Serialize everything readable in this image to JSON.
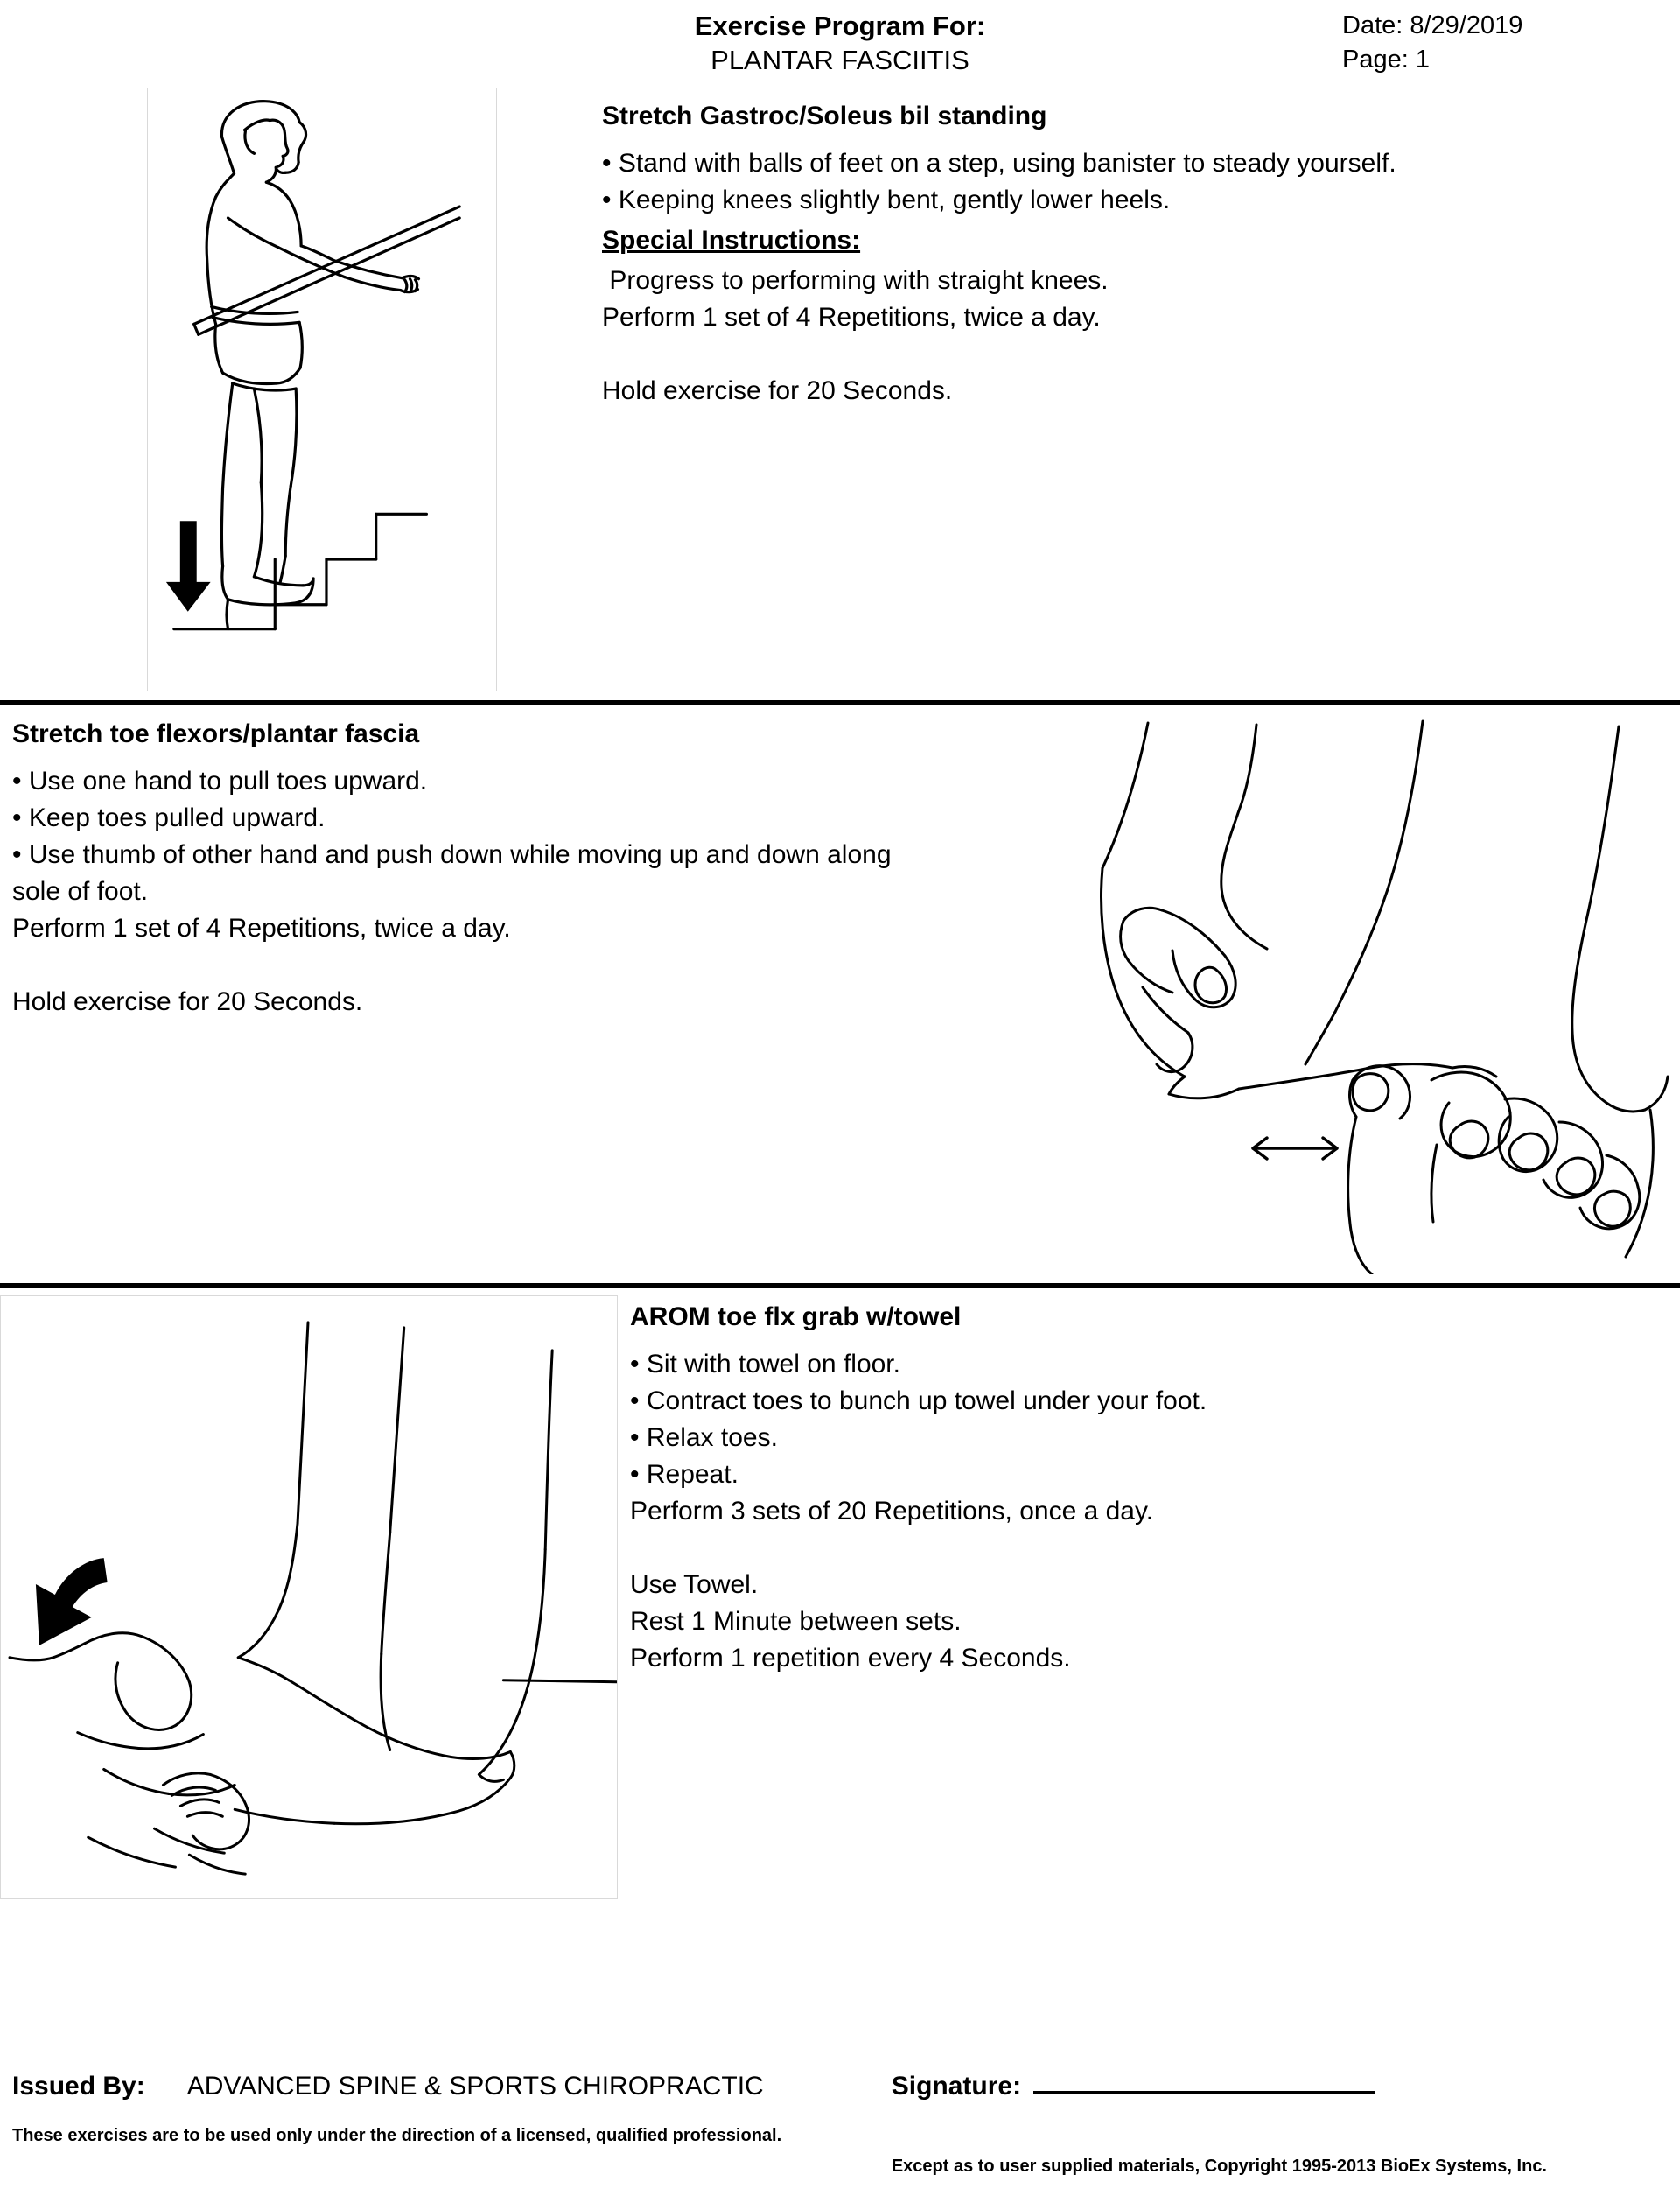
{
  "header": {
    "title": "Exercise Program For:",
    "subtitle": "PLANTAR FASCIITIS",
    "date": "Date: 8/29/2019",
    "page": "Page: 1"
  },
  "exercises": [
    {
      "id": "stretch-gastroc-soleus-bil-standing",
      "title": "Stretch Gastroc/Soleus bil standing",
      "image_position": "left",
      "figure_name": "person-on-step-heel-drop-illustration",
      "bullets": [
        "• Stand with balls of feet on a step, using banister to steady yourself.",
        "• Keeping knees slightly bent, gently lower heels."
      ],
      "special_instructions_label": "Special Instructions:",
      "special_instructions": " Progress to performing with straight knees.",
      "dosage": "Perform 1 set of 4 Repetitions, twice a day.",
      "hold": "Hold exercise for 20 Seconds."
    },
    {
      "id": "stretch-toe-flexors-plantar-fascia",
      "title": "Stretch toe flexors/plantar fascia",
      "image_position": "right",
      "figure_name": "hand-stretching-toes-plantar-fascia-illustration",
      "bullets": [
        "• Use one hand to pull toes upward.",
        "• Keep toes pulled upward.",
        "• Use thumb of other hand and push down while moving up and down along",
        "sole of foot."
      ],
      "dosage": "Perform 1 set of 4 Repetitions, twice a day.",
      "hold": "Hold exercise for 20 Seconds."
    },
    {
      "id": "arom-toe-flx-grab-w-towel",
      "title": "AROM toe flx grab w/towel",
      "image_position": "left",
      "figure_name": "foot-bunching-towel-illustration",
      "bullets": [
        "• Sit with towel on floor.",
        "• Contract toes to bunch up towel under your foot.",
        "• Relax toes.",
        "• Repeat."
      ],
      "dosage": "Perform 3 sets of 20 Repetitions, once a day.",
      "extras": [
        "Use Towel.",
        "Rest 1 Minute between sets.",
        "Perform 1 repetition every 4 Seconds."
      ]
    }
  ],
  "footer": {
    "issued_by_label": "Issued By:",
    "clinic_name": "ADVANCED SPINE & SPORTS CHIROPRACTIC",
    "signature_label": "Signature:",
    "disclaimer": "These exercises are to be used only under the direction of a licensed, qualified professional.",
    "copyright": "Except as to user supplied materials, Copyright 1995-2013 BioEx Systems, Inc."
  },
  "colors": {
    "ink": "#000000",
    "paper": "#ffffff",
    "frame": "#d9d9d9"
  }
}
